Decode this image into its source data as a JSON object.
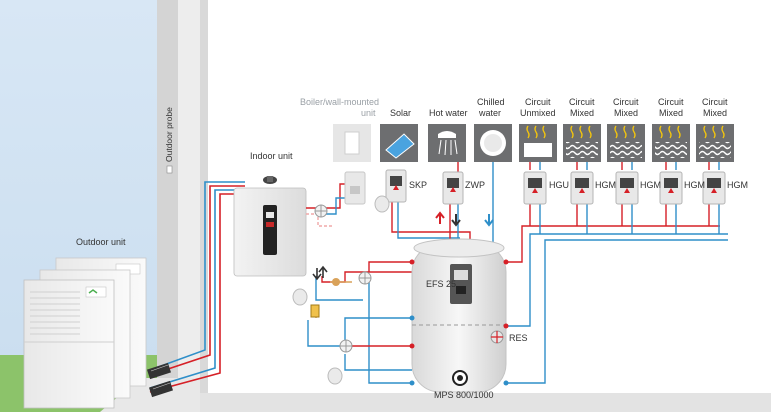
{
  "labels": {
    "outdoor_probe": "Outdoor probe",
    "outdoor_unit": "Outdoor unit",
    "indoor_unit": "Indoor unit",
    "efs": "EFS 25",
    "res": "RES",
    "tank": "MPS 800/1000",
    "skp": "SKP",
    "zwp": "ZWP",
    "hgu": "HGU",
    "hgm1": "HGM",
    "hgm2": "HGM",
    "hgm3": "HGM",
    "hgm4": "HGM"
  },
  "circuits": [
    {
      "line1": "Boiler/wall-mounted",
      "line2": "unit"
    },
    {
      "line1": "",
      "line2": "Solar"
    },
    {
      "line1": "",
      "line2": "Hot water"
    },
    {
      "line1": "Chilled",
      "line2": "water"
    },
    {
      "line1": "Circuit",
      "line2": "Unmixed"
    },
    {
      "line1": "Circuit",
      "line2": "Mixed"
    },
    {
      "line1": "Circuit",
      "line2": "Mixed"
    },
    {
      "line1": "Circuit",
      "line2": "Mixed"
    },
    {
      "line1": "Circuit",
      "line2": "Mixed"
    }
  ],
  "colors": {
    "flow": "#d62027",
    "return": "#2f8fc9",
    "mains": "#d9a25a",
    "sky": "#d6e6f4",
    "wall": "#d4d4d4",
    "floor": "#e3e3e3",
    "grass": "#8cc36a",
    "tile": "#6d6e70"
  }
}
